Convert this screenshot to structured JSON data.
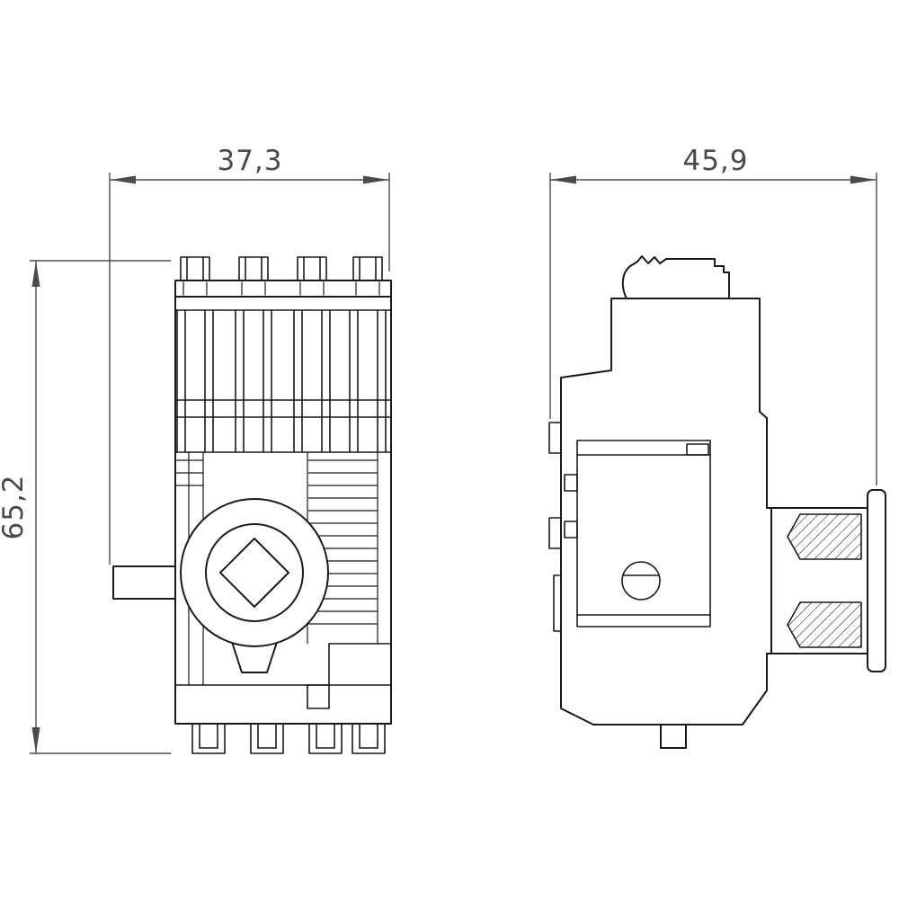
{
  "drawing": {
    "type": "technical-dimension-drawing",
    "views": {
      "front": "front-view-of-switch-module",
      "side": "side-view-of-switch-module"
    }
  },
  "dimensions": {
    "front_width": "37,3",
    "height": "65,2",
    "side_width": "45,9"
  },
  "colors": {
    "line": "#1a1a1a",
    "dim": "#4a4a4a",
    "background": "#ffffff"
  }
}
